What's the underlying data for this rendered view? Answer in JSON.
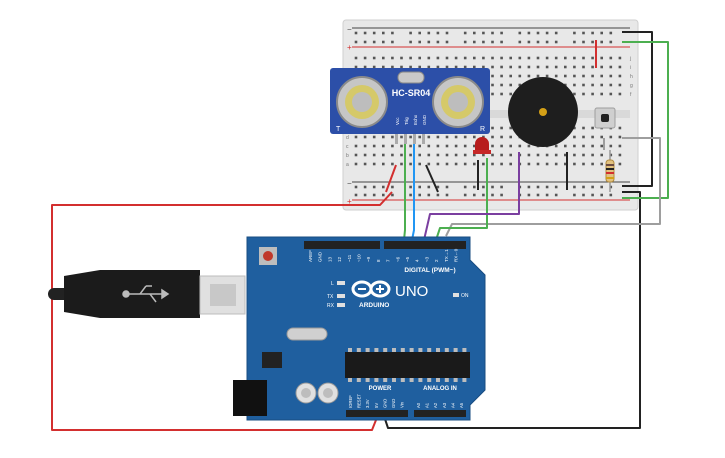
{
  "sensor": {
    "model": "HC-SR04",
    "pin_vcc": "Vcc",
    "pin_trig": "Trig",
    "pin_echo": "Echo",
    "pin_gnd": "GND",
    "left_mark": "T",
    "right_mark": "R"
  },
  "breadboard": {
    "row_letters_top": [
      "j",
      "i",
      "h",
      "g",
      "f"
    ],
    "row_letters_bottom": [
      "e",
      "d",
      "c",
      "b",
      "a"
    ],
    "rail_plus": "+",
    "rail_minus": "−"
  },
  "arduino": {
    "brand": "ARDUINO",
    "model": "UNO",
    "digital_label": "DIGITAL (PWM~)",
    "power_label": "POWER",
    "analog_label": "ANALOG IN",
    "on_label": "ON",
    "led_l": "L",
    "led_tx": "TX",
    "led_rx": "RX",
    "header_top_labels": [
      "AREF",
      "GND",
      "13",
      "12",
      "~11",
      "~10",
      "~9",
      "8",
      "7",
      "~6",
      "~5",
      "4",
      "~3",
      "2",
      "TX→1",
      "RX←0"
    ],
    "power_pins": [
      "IOREF",
      "RESET",
      "3.3V",
      "5V",
      "GND",
      "GND",
      "Vin"
    ],
    "analog_pins": [
      "A0",
      "A1",
      "A2",
      "A3",
      "A4",
      "A5"
    ]
  },
  "colors": {
    "wire_red": "#d32f2f",
    "wire_green": "#4caf50",
    "wire_blue": "#2196f3",
    "wire_purple": "#7b3fa0",
    "wire_gray": "#9e9e9e",
    "wire_black": "#222222",
    "board_blue": "#1f5f9f",
    "sensor_blue": "#2c4fa8"
  }
}
